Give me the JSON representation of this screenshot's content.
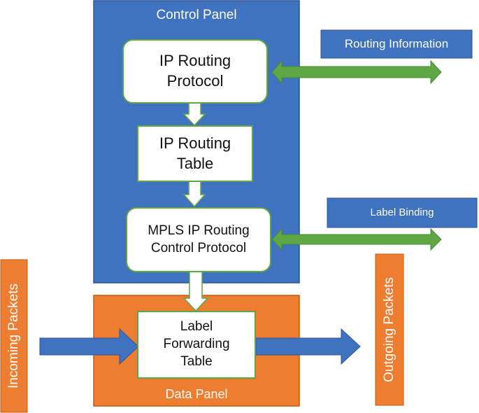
{
  "control_panel": {
    "label": "Control Panel"
  },
  "data_panel": {
    "label": "Data Panel"
  },
  "boxes": {
    "ip_routing_protocol": {
      "line1": "IP Routing",
      "line2": "Protocol"
    },
    "ip_routing_table": {
      "line1": "IP Routing",
      "line2": "Table"
    },
    "mpls_control_protocol": {
      "line1": "MPLS IP Routing",
      "line2": "Control Protocol"
    },
    "label_forwarding_table": {
      "line1": "Label",
      "line2": "Forwarding",
      "line3": "Table"
    }
  },
  "side_labels": {
    "routing_information": "Routing Information",
    "label_binding": "Label Binding",
    "incoming_packets": "Incoming Packets",
    "outgoing_packets": "Outgoing Packets"
  },
  "colors": {
    "control_blue": "#3f72bf",
    "data_orange": "#ed7d31",
    "arrow_green": "#5fa644",
    "packet_blue": "#3f72bf"
  }
}
